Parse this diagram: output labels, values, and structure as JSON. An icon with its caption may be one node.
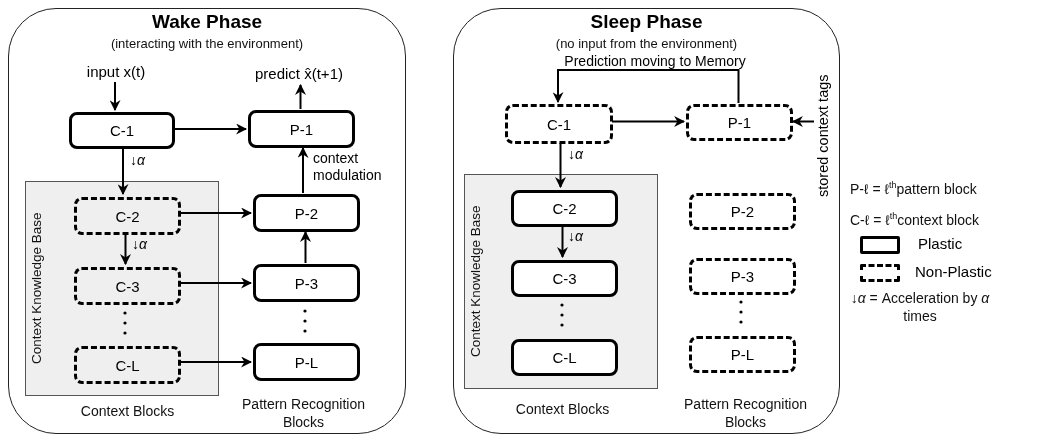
{
  "diagram": {
    "nodes": [
      {
        "text": [
          "Wake Phase",
          "(interacting with the environment)"
        ]
      },
      {
        "text": [
          "Context Knowledge Base"
        ],
        "in": 0
      },
      {
        "text": [
          "C-1"
        ],
        "in": 0
      },
      {
        "text": [
          "C-2"
        ],
        "in": 1
      },
      {
        "text": [
          "C-3"
        ],
        "in": 1
      },
      {
        "text": [
          "C-L"
        ],
        "in": 1
      },
      {
        "text": [
          "P-1"
        ],
        "in": 0
      },
      {
        "text": [
          "P-2"
        ],
        "in": 0
      },
      {
        "text": [
          "P-3"
        ],
        "in": 0
      },
      {
        "text": [
          "P-L"
        ],
        "in": 0
      },
      {
        "text": [
          "input x(t)"
        ],
        "in": 0
      },
      {
        "text": [
          "predict x̂(t+1)"
        ],
        "in": 0
      },
      {
        "text": [
          "Sleep Phase",
          "(no input from the environment)"
        ]
      },
      {
        "text": [
          "Context Knowledge Base"
        ],
        "in": 12
      },
      {
        "text": [
          "C-1"
        ],
        "in": 12
      },
      {
        "text": [
          "C-2"
        ],
        "in": 13
      },
      {
        "text": [
          "C-3"
        ],
        "in": 13
      },
      {
        "text": [
          "C-L"
        ],
        "in": 13
      },
      {
        "text": [
          "P-1"
        ],
        "in": 12
      },
      {
        "text": [
          "P-2"
        ],
        "in": 12
      },
      {
        "text": [
          "P-3"
        ],
        "in": 12
      },
      {
        "text": [
          "P-L"
        ],
        "in": 12
      },
      {
        "text": [
          "stored context tags"
        ],
        "in": 12
      }
    ],
    "edges": [
      {
        "from": 10,
        "to": 2,
        "arrow": "to"
      },
      {
        "from": 6,
        "to": 11,
        "arrow": "to"
      },
      {
        "from": 2,
        "to": 6,
        "arrow": "to"
      },
      {
        "from": 2,
        "to": 3,
        "arrow": "to",
        "label": "↓*α*"
      },
      {
        "from": 3,
        "to": 4,
        "arrow": "to",
        "label": "↓*α*"
      },
      {
        "from": 3,
        "to": 7,
        "arrow": "to"
      },
      {
        "from": 4,
        "to": 8,
        "arrow": "to"
      },
      {
        "from": 5,
        "to": 9,
        "arrow": "to"
      },
      {
        "from": 8,
        "to": 7,
        "arrow": "to"
      },
      {
        "from": 7,
        "to": 6,
        "arrow": "to",
        "label": "context modulation"
      },
      {
        "from": 18,
        "to": 14,
        "arrow": "to",
        "label": "Prediction moving to Memory"
      },
      {
        "from": 14,
        "to": 18,
        "arrow": "to"
      },
      {
        "from": 14,
        "to": 15,
        "arrow": "to",
        "label": "↓*α*"
      },
      {
        "from": 15,
        "to": 16,
        "arrow": "to",
        "label": "↓*α*"
      },
      {
        "from": 22,
        "to": 18,
        "arrow": "to"
      }
    ],
    "labels": [
      "Context Blocks",
      "Pattern Recognition Blocks",
      "Context Blocks",
      "Pattern Recognition Blocks",
      "P-ℓ = ℓ$^{th}$pattern block",
      "C-ℓ = ℓ$^{th}$context block",
      "↓*α* = Acceleration by *α* times"
    ],
    "legend": [
      {
        "text": "Plastic"
      },
      {
        "text": "Non-Plastic"
      }
    ]
  }
}
